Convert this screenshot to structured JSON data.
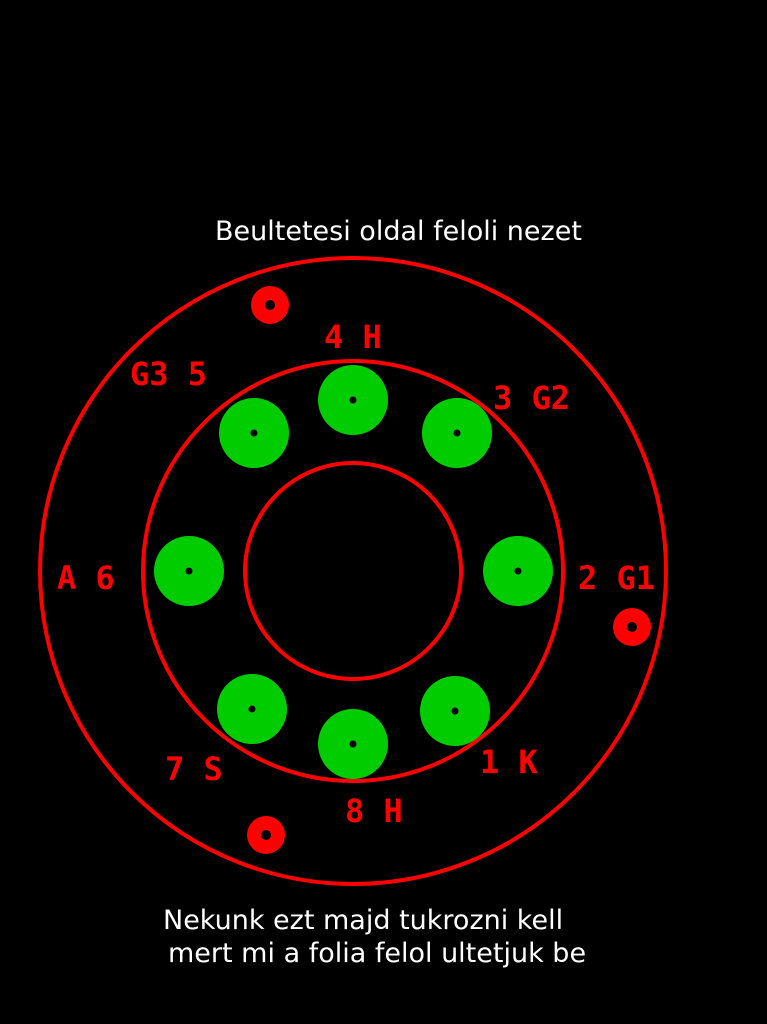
{
  "title": "Beultetesi oldal feloli nezet",
  "note": {
    "line1": "Nekunk ezt majd tukrozni kell",
    "line2": "mert mi a folia felol ultetjuk be"
  },
  "colors": {
    "background": "#000000",
    "outline": "#ff0000",
    "pad": "#00cc00",
    "hole": "#000000",
    "text": "#ffffff",
    "label": "#ff0000"
  },
  "pins": {
    "p1": "1 K",
    "p2": "2 G1",
    "p3": "3 G2",
    "p4": "4 H",
    "p5": "G3 5",
    "p6": "A 6",
    "p7": "7 S",
    "p8": "8 H"
  }
}
